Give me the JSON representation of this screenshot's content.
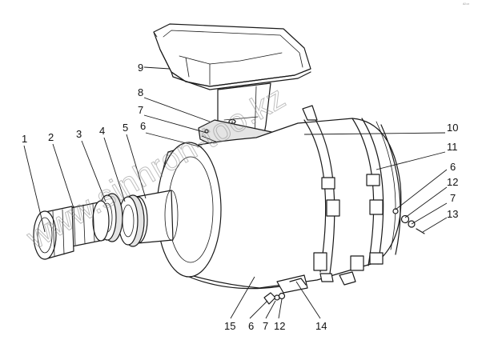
{
  "watermark": "www.sinhron-too.kz",
  "corner_mark": "ᴬ²⁴⁸",
  "callouts": {
    "c1": "1",
    "c2": "2",
    "c3": "3",
    "c4": "4",
    "c5": "5",
    "c6": "6",
    "c7": "7",
    "c8": "8",
    "c9": "9",
    "c10": "10",
    "c11": "11",
    "c6r": "6",
    "c12r": "12",
    "c7r": "7",
    "c13": "13",
    "c15": "15",
    "c6b": "6",
    "c7b": "7",
    "c12b": "12",
    "c14": "14"
  }
}
